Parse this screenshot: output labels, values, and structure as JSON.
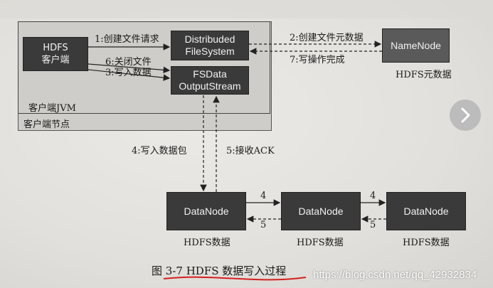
{
  "client_node": {
    "label": "客户端节点",
    "jvm_label": "客户端JVM",
    "hdfs_client": {
      "line1": "HDFS",
      "line2": "客户端"
    },
    "distributed_fs": {
      "line1": "Distribuded",
      "line2": "FileSystem"
    },
    "fsdata": {
      "line1": "FSData",
      "line2": "OutputStream"
    }
  },
  "namenode": {
    "label": "NameNode",
    "caption": "HDFS元数据"
  },
  "datanodes": [
    {
      "label": "DataNode",
      "caption": "HDFS数据"
    },
    {
      "label": "DataNode",
      "caption": "HDFS数据"
    },
    {
      "label": "DataNode",
      "caption": "HDFS数据"
    }
  ],
  "steps": {
    "s1": "1:创建文件请求",
    "s2": "2:创建文件元数据",
    "s3": "3:写入数据",
    "s4": "4:写入数据包",
    "s5": "5:接收ACK",
    "s6": "6:关闭文件",
    "s7": "7:写操作完成",
    "dn4a": "4",
    "dn5a": "5",
    "dn4b": "4",
    "dn5b": "5"
  },
  "figure_caption": "图 3-7   HDFS 数据写入过程",
  "watermark": "https://blog.csdn.net/qq_42932834",
  "icons": {
    "next": "chevron-right-icon"
  }
}
